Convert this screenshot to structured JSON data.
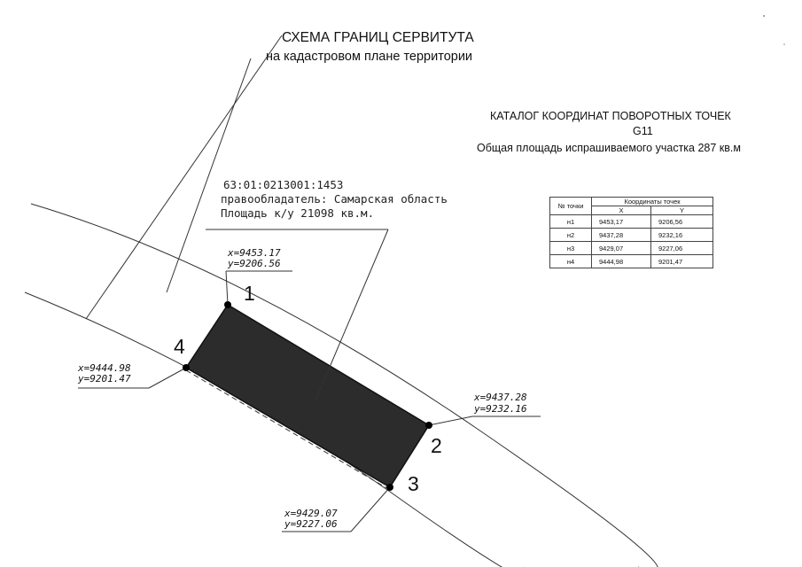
{
  "scheme": {
    "title": "СХЕМА ГРАНИЦ СЕРВИТУТА",
    "subtitle": "на кадастровом плане территории"
  },
  "catalog": {
    "title": "КАТАЛОГ КООРДИНАТ ПОВОРОТНЫХ ТОЧЕК",
    "code": "G11",
    "area_note": "Общая площадь испрашиваемого участка  287 кв.м"
  },
  "parcel": {
    "cadastral_number": "63:01:0213001:1453",
    "owner": "правообладатель: Самарская область",
    "area": "Площадь к/у 21098 кв.м."
  },
  "table": {
    "header_point": "№ точки",
    "header_coords": "Координаты точек",
    "header_x": "X",
    "header_y": "Y",
    "rows": [
      {
        "point": "н1",
        "x": "9453,17",
        "y": "9206,56"
      },
      {
        "point": "н2",
        "x": "9437,28",
        "y": "9232,16"
      },
      {
        "point": "н3",
        "x": "9429,07",
        "y": "9227,06"
      },
      {
        "point": "н4",
        "x": "9444,98",
        "y": "9201,47"
      }
    ]
  },
  "points": {
    "p1": {
      "label": "1",
      "x": "x=9453.17",
      "y": "y=9206.56"
    },
    "p2": {
      "label": "2",
      "x": "x=9437.28",
      "y": "y=9232.16"
    },
    "p3": {
      "label": "3",
      "x": "x=9429.07",
      "y": "y=9227.06"
    },
    "p4": {
      "label": "4",
      "x": "x=9444.98",
      "y": "y=9201.47"
    }
  },
  "colors": {
    "ink": "#111111",
    "hatch_fill": "#2a2a2a",
    "paper": "#ffffff"
  }
}
